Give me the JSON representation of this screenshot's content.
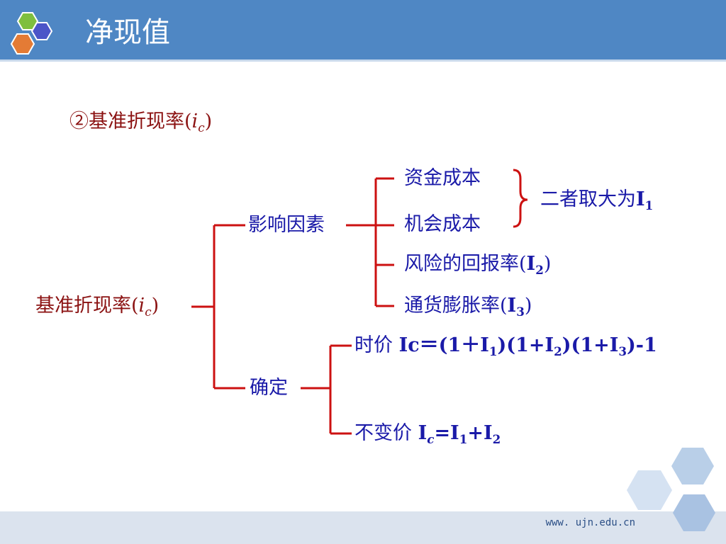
{
  "header": {
    "title": "净现值"
  },
  "subtitle": {
    "prefix": "②基准折现率(",
    "var_i": "i",
    "var_sub": "c",
    "suffix": ")"
  },
  "tree": {
    "root": {
      "prefix": "基准折现率(",
      "var_i": "i",
      "var_sub": "c",
      "suffix": ")"
    },
    "factors_label": "影响因素",
    "capital_cost": "资金成本",
    "opportunity_cost": "机会成本",
    "brace_note": {
      "text": "二者取大为",
      "var": "I",
      "sub": "1"
    },
    "risk": {
      "text": "风险的回报率(",
      "var": "I",
      "sub": "2",
      "close": ")"
    },
    "inflation": {
      "text": "通货膨胀率(",
      "var": "I",
      "sub": "3",
      "close": ")"
    },
    "determine_label": "确定",
    "current_price": {
      "label": "时价 ",
      "p1": "Ic＝(1＋I",
      "s1": "1",
      "p2": ")(1+I",
      "s2": "2",
      "p3": ")(1+I",
      "s3": "3",
      "p4": ")-1"
    },
    "constant_price": {
      "label": "不变价 ",
      "I": "I",
      "c": "c",
      "eq": "=I",
      "s1": "1",
      "plus": "+I",
      "s2": "2"
    }
  },
  "footer": {
    "url": "www. ujn.edu.cn"
  },
  "colors": {
    "header": "#4f87c4",
    "tree_lines": "#cc1111",
    "blue_text": "#1a1aa8",
    "dark_red_text": "#8b1212",
    "footer_band": "#dbe3ee"
  }
}
